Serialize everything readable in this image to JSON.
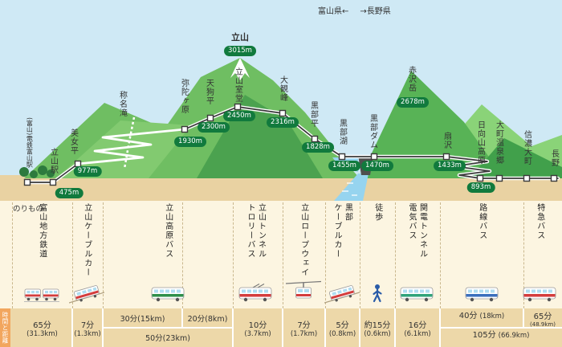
{
  "map": {
    "prefectures": {
      "left": "富山県←",
      "right": "→長野県"
    },
    "peak": {
      "name": "立山",
      "elevation": "3015m"
    },
    "akazawa": {
      "name": "赤沢岳",
      "elevation": "2678m"
    },
    "waterfall": {
      "name": "称名滝"
    },
    "stations": [
      {
        "name": "(富山)電鉄富山駅",
        "elevation": ""
      },
      {
        "name": "立山駅",
        "elevation": "475m"
      },
      {
        "name": "美女平",
        "elevation": "977m"
      },
      {
        "name": "弥陀ヶ原",
        "elevation": "1930m"
      },
      {
        "name": "天狗平",
        "elevation": "2300m"
      },
      {
        "name": "立山室堂",
        "elevation": "2450m"
      },
      {
        "name": "大観峰",
        "elevation": "2316m"
      },
      {
        "name": "黒部平",
        "elevation": "1828m"
      },
      {
        "name": "黒部湖",
        "elevation": "1455m"
      },
      {
        "name": "黒部ダム",
        "elevation": "1470m"
      },
      {
        "name": "扇沢",
        "elevation": "1433m"
      },
      {
        "name": "日向山高原",
        "elevation": "893m"
      },
      {
        "name": "大町温泉郷",
        "elevation": ""
      },
      {
        "name": "信濃大町",
        "elevation": ""
      },
      {
        "name": "長野",
        "elevation": ""
      }
    ]
  },
  "table": {
    "vehicles_axis_label": "のりもの",
    "time_axis_label": "時間と距離",
    "transports": [
      {
        "name": "富山地方鉄道",
        "icon": "train",
        "time": "65分",
        "dist": "(31.3km)"
      },
      {
        "name": "立山ケーブルカー",
        "icon": "cablecar",
        "time": "7分",
        "dist": "(1.3km)"
      },
      {
        "name": "立山高原バス",
        "icon": "bus-green",
        "time_a": "30分(15km)",
        "time_b": "20分(8km)",
        "total": "50分(23km)"
      },
      {
        "name": "立山トンネル\nトロリーバス",
        "icon": "trolleybus",
        "time": "10分",
        "dist": "(3.7km)"
      },
      {
        "name": "立山ロープウェイ",
        "icon": "ropeway",
        "time": "7分",
        "dist": "(1.7km)"
      },
      {
        "name": "黒部\nケーブルカー",
        "icon": "cablecar",
        "time": "5分",
        "dist": "(0.8km)"
      },
      {
        "name": "徒歩",
        "icon": "walk",
        "time": "約15分",
        "dist": "(0.6km)"
      },
      {
        "name": "関電トンネル\n電気バス",
        "icon": "bus-teal",
        "time": "16分",
        "dist": "(6.1km)"
      },
      {
        "name": "路線バス",
        "icon": "bus-blue",
        "time": "40分",
        "dist": "(18km)"
      },
      {
        "name": "特急バス",
        "icon": "bus-red",
        "time": "65分",
        "dist": "(48.9km)"
      }
    ],
    "grand_total": {
      "time": "105分",
      "dist": "(66.9km)"
    }
  },
  "colors": {
    "badge_green": "#117a3d",
    "axis_orange": "#f2a65e",
    "sky": "#cfe9f5",
    "mountain_green": "#58b356",
    "ground_tan": "#e9d2a2"
  }
}
